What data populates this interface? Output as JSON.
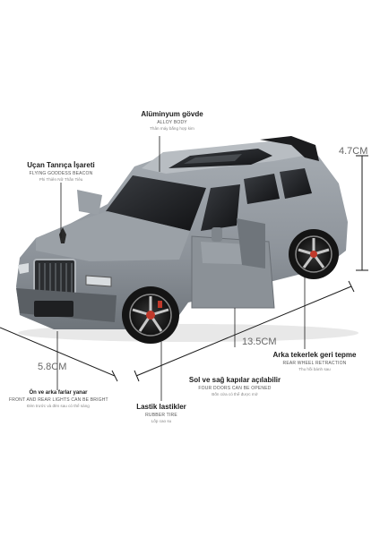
{
  "labels": {
    "body": {
      "title": "Alüminyum gövde",
      "en": "ALLOY BODY",
      "vi": "Thân máy bằng hợp kim"
    },
    "goddess": {
      "title": "Uçan Tanrıça İşareti",
      "en": "FLYING GODDESS BEACON",
      "vi": "Phi Thiên Nữ Thần Tiêu"
    },
    "lights": {
      "title": "Ön ve arka farlar yanar",
      "en": "FRONT AND REAR LIGHTS CAN BE BRIGHT",
      "vi": "Đèn trước và đèn sau có thể sáng"
    },
    "tire": {
      "title": "Lastik lastikler",
      "en": "RUBBER TIRE",
      "vi": "Lốp cao su"
    },
    "doors": {
      "title": "Sol ve sağ kapılar açılabilir",
      "en": "FOUR DOORS CAN BE OPENED",
      "vi": "Bốn cửa có thể được mở"
    },
    "retraction": {
      "title": "Arka tekerlek geri tepme",
      "en": "REAR WHEEL RETRACTION",
      "vi": "Thu hồi bánh sau"
    }
  },
  "dimensions": {
    "height": "4.7CM",
    "length": "13.5CM",
    "width": "5.8CM"
  },
  "colors": {
    "body": "#8f959c",
    "background": "#ffffff",
    "rim": "#c0392b"
  }
}
